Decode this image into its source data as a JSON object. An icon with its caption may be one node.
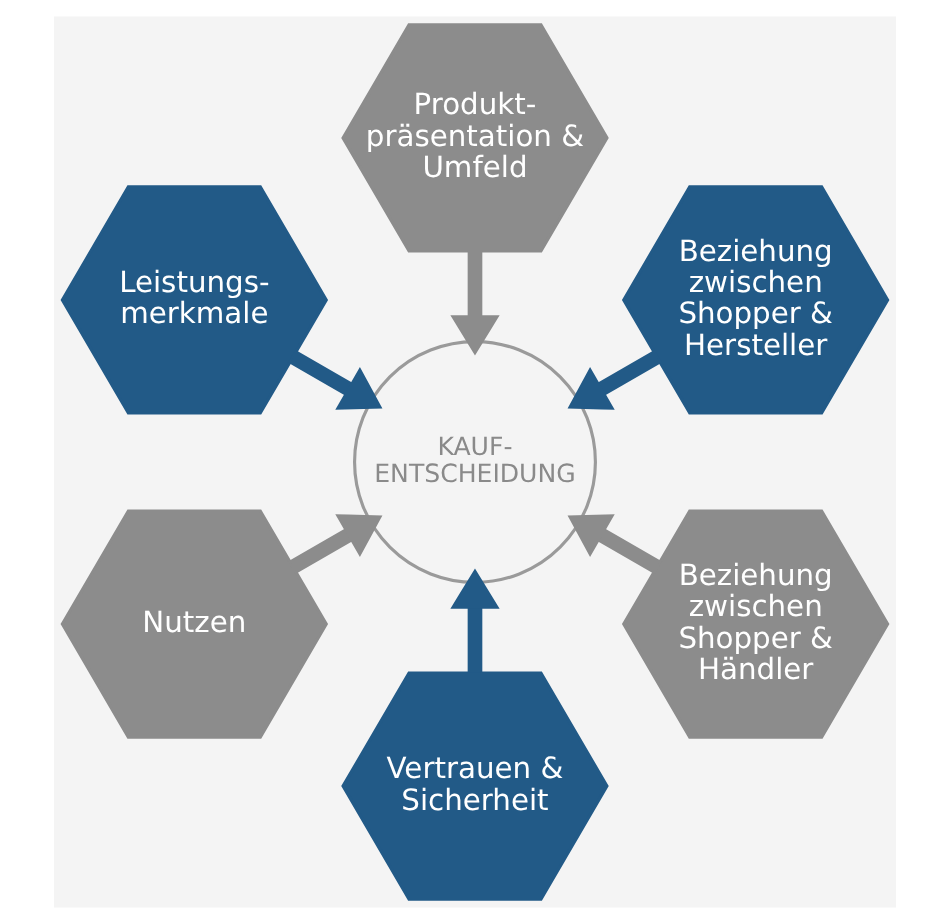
{
  "diagram": {
    "nodes": [
      {
        "text": [
          "Produkt- präsentation & Umfeld"
        ]
      },
      {
        "text": [
          "Leistungs- merkmale"
        ]
      },
      {
        "text": [
          "Beziehung zwischen Shopper & Hersteller"
        ]
      },
      {
        "text": [
          "KAUF- ENTSCHEIDUNG"
        ]
      },
      {
        "text": [
          "Nutzen"
        ]
      },
      {
        "text": [
          "Beziehung zwischen Shopper & Händler"
        ]
      },
      {
        "text": [
          "Vertrauen & Sicherheit"
        ]
      }
    ],
    "edges": [
      {
        "from": 0,
        "to": 3,
        "arrow": "to",
        "color": "#8c8c8c"
      },
      {
        "from": 1,
        "to": 3,
        "arrow": "to",
        "color": "#225a87"
      },
      {
        "from": 2,
        "to": 3,
        "arrow": "to",
        "color": "#225a87"
      },
      {
        "from": 4,
        "to": 3,
        "arrow": "to",
        "color": "#8c8c8c"
      },
      {
        "from": 5,
        "to": 3,
        "arrow": "to",
        "color": "#8c8c8c"
      },
      {
        "from": 6,
        "to": 3,
        "arrow": "to",
        "color": "#225a87"
      }
    ]
  }
}
